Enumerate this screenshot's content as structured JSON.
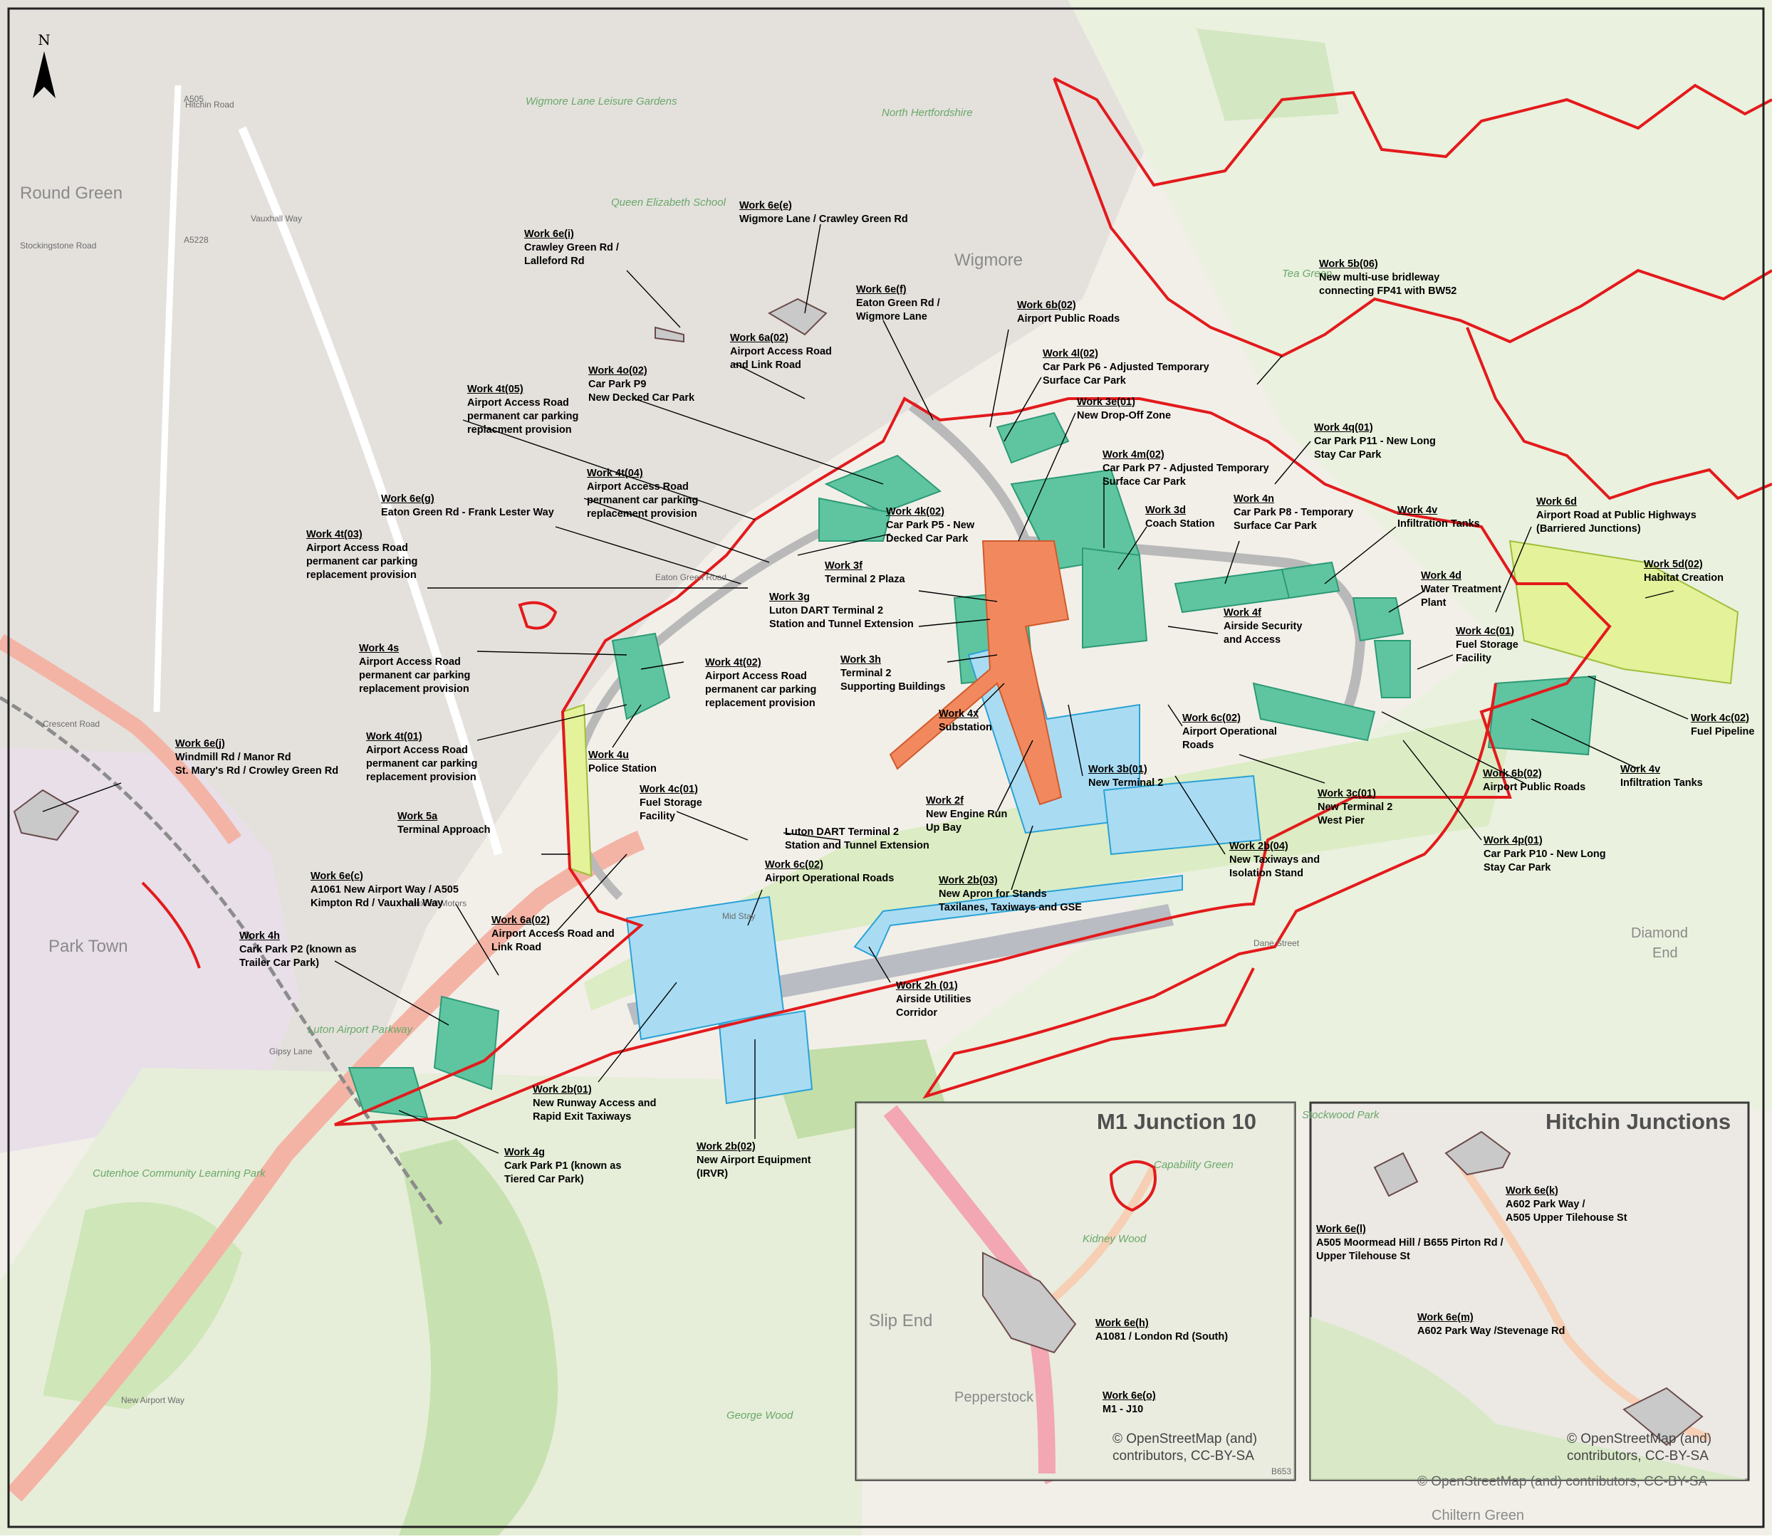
{
  "north": "N",
  "inset_titles": {
    "m1": "M1 Junction 10",
    "hitchin": "Hitchin Junctions"
  },
  "credits": {
    "m1": [
      "© OpenStreetMap (and)",
      "contributors, CC-BY-SA"
    ],
    "hitchin": [
      "© OpenStreetMap (and)",
      "contributors, CC-BY-SA"
    ],
    "bottom": "© OpenStreetMap (and) contributors, CC-BY-SA"
  },
  "places": [
    {
      "t": "Round Green",
      "cls": "big"
    },
    {
      "t": "Wigmore",
      "cls": "big"
    },
    {
      "t": "Park Town",
      "cls": "big"
    },
    {
      "t": "Diamond",
      "cls": ""
    },
    {
      "t": "End",
      "cls": ""
    },
    {
      "t": "Slip End",
      "cls": "big"
    },
    {
      "t": "Pepperstock",
      "cls": ""
    },
    {
      "t": "Chiltern Green",
      "cls": ""
    },
    {
      "t": "Tea Green",
      "cls": "green"
    },
    {
      "t": "Queen Elizabeth School",
      "cls": "green"
    },
    {
      "t": "Wigmore Lane Leisure Gardens",
      "cls": "green"
    },
    {
      "t": "North Hertfordshire",
      "cls": "green"
    },
    {
      "t": "Stockwood Park",
      "cls": "green"
    },
    {
      "t": "George Wood",
      "cls": "green"
    },
    {
      "t": "Kidney Wood",
      "cls": "green"
    },
    {
      "t": "Capability Green",
      "cls": "green"
    },
    {
      "t": "Luton Airport Parkway",
      "cls": "green"
    },
    {
      "t": "Cutenhoe Community Learning Park",
      "cls": "green"
    },
    {
      "t": "A505",
      "cls": "road"
    },
    {
      "t": "A5228",
      "cls": "road"
    },
    {
      "t": "B653",
      "cls": "road"
    },
    {
      "t": "Vauxhall Way",
      "cls": "road"
    },
    {
      "t": "Stockingstone Road",
      "cls": "road"
    },
    {
      "t": "Crescent Road",
      "cls": "road"
    },
    {
      "t": "Gipsy Lane",
      "cls": "road"
    },
    {
      "t": "New Airport Way",
      "cls": "road"
    },
    {
      "t": "Eaton Green Road",
      "cls": "road"
    },
    {
      "t": "Hitchin Road",
      "cls": "road"
    },
    {
      "t": "Dane Street",
      "cls": "road"
    },
    {
      "t": "Mid Stay",
      "cls": "road"
    },
    {
      "t": "Vauxhall Motors",
      "cls": "road"
    }
  ],
  "labels": [
    {
      "code": "Work 6e(e)",
      "lines": [
        "Wigmore Lane / Crawley Green Rd"
      ]
    },
    {
      "code": "Work 6e(i)",
      "lines": [
        "Crawley Green Rd /",
        "Lalleford Rd"
      ]
    },
    {
      "code": "Work 6e(f)",
      "lines": [
        "Eaton Green Rd /",
        "Wigmore Lane"
      ]
    },
    {
      "code": "Work 6b(02)",
      "lines": [
        "Airport Public Roads"
      ]
    },
    {
      "code": "Work 5b(06)",
      "lines": [
        "New multi-use bridleway",
        "connecting FP41 with BW52"
      ]
    },
    {
      "code": "Work 6a(02)",
      "lines": [
        "Airport Access Road",
        "and Link Road"
      ]
    },
    {
      "code": "Work 4l(02)",
      "lines": [
        "Car Park P6 - Adjusted Temporary",
        "Surface Car Park"
      ]
    },
    {
      "code": "Work 4o(02)",
      "lines": [
        "Car Park P9",
        "New Decked Car Park"
      ]
    },
    {
      "code": "Work 3e(01)",
      "lines": [
        "New Drop-Off Zone"
      ]
    },
    {
      "code": "Work 4t(05)",
      "lines": [
        "Airport Access Road",
        "permanent car parking",
        "replacment provision"
      ]
    },
    {
      "code": "Work 4q(01)",
      "lines": [
        "Car Park P11 - New Long",
        "Stay Car Park"
      ]
    },
    {
      "code": "Work 4m(02)",
      "lines": [
        "Car Park P7 - Adjusted Temporary",
        "Surface Car Park"
      ]
    },
    {
      "code": "Work 4t(04)",
      "lines": [
        "Airport Access Road",
        "permanent car parking",
        "replacement provision"
      ]
    },
    {
      "code": "Work 3d",
      "lines": [
        "Coach Station"
      ]
    },
    {
      "code": "Work 4n",
      "lines": [
        "Car Park P8 - Temporary",
        "Surface Car Park"
      ]
    },
    {
      "code": "Work 4v",
      "lines": [
        "Infiltration Tanks"
      ]
    },
    {
      "code": "Work 6d",
      "lines": [
        "Airport Road at Public Highways",
        "(Barriered Junctions)"
      ]
    },
    {
      "code": "Work 6e(g)",
      "lines": [
        "Eaton Green Rd - Frank Lester Way"
      ]
    },
    {
      "code": "Work 4k(02)",
      "lines": [
        "Car Park P5 - New",
        "Decked Car Park"
      ]
    },
    {
      "code": "Work 4t(03)",
      "lines": [
        "Airport Access Road",
        "permanent car parking",
        "replacement provision"
      ]
    },
    {
      "code": "Work 3f",
      "lines": [
        "Terminal 2 Plaza"
      ]
    },
    {
      "code": "Work 4d",
      "lines": [
        "Water Treatment",
        "Plant"
      ]
    },
    {
      "code": "Work 5d(02)",
      "lines": [
        "Habitat Creation"
      ]
    },
    {
      "code": "Work 3g",
      "lines": [
        "Luton DART Terminal 2",
        "Station and Tunnel Extension"
      ]
    },
    {
      "code": "Work 4f",
      "lines": [
        "Airside Security",
        "and Access"
      ]
    },
    {
      "code": "Work 4c(01)",
      "lines": [
        "Fuel Storage",
        "Facility"
      ]
    },
    {
      "code": "Work 4s",
      "lines": [
        "Airport Access Road",
        "permanent car parking",
        "replacement provision"
      ]
    },
    {
      "code": "Work 4t(02)",
      "lines": [
        "Airport Access Road",
        "permanent car parking",
        "replacement provision"
      ]
    },
    {
      "code": "Work 3h",
      "lines": [
        "Terminal 2",
        "Supporting Buildings"
      ]
    },
    {
      "code": "Work 4c(02)",
      "lines": [
        "Fuel Pipeline"
      ]
    },
    {
      "code": "Work 4x",
      "lines": [
        "Substation"
      ]
    },
    {
      "code": "Work 6c(02)",
      "lines": [
        "Airport Operational",
        "Roads"
      ]
    },
    {
      "code": "Work 6e(j)",
      "lines": [
        "Windmill Rd / Manor Rd",
        "St. Mary's Rd / Crowley Green Rd"
      ]
    },
    {
      "code": "Work 4t(01)",
      "lines": [
        "Airport Access Road",
        "permanent car parking",
        "replacement provision"
      ]
    },
    {
      "code": "Work 4u",
      "lines": [
        "Police Station"
      ]
    },
    {
      "code": "Work 3b(01)",
      "lines": [
        "New Terminal 2"
      ]
    },
    {
      "code": "Work 4v",
      "lines": [
        "Infiltration Tanks"
      ]
    },
    {
      "code": "Work 6b(02)",
      "lines": [
        "Airport Public Roads"
      ]
    },
    {
      "code": "Work 4c(01)",
      "lines": [
        "Fuel Storage",
        "Facility"
      ]
    },
    {
      "code": "Work 3c(01)",
      "lines": [
        "New Terminal 2",
        "West Pier"
      ]
    },
    {
      "code": "Work 2f",
      "lines": [
        "New Engine Run",
        "Up Bay"
      ]
    },
    {
      "code": "Work 5a",
      "lines": [
        "Terminal Approach"
      ]
    },
    {
      "code": "Luton DART Terminal 2",
      "lines": [
        "Station and Tunnel Extension"
      ],
      "nocode": true
    },
    {
      "code": "Work 4p(01)",
      "lines": [
        "Car Park P10 - New Long",
        "Stay Car Park"
      ]
    },
    {
      "code": "Work 2b(04)",
      "lines": [
        "New Taxiways and",
        "Isolation Stand"
      ]
    },
    {
      "code": "Work 6e(c)",
      "lines": [
        "A1061 New Airport Way / A505",
        "Kimpton Rd / Vauxhall Way"
      ]
    },
    {
      "code": "Work 6c(02)",
      "lines": [
        "Airport Operational Roads"
      ]
    },
    {
      "code": "Work 2b(03)",
      "lines": [
        "New Apron for Stands",
        "Taxilanes, Taxiways and GSE"
      ]
    },
    {
      "code": "Work 4h",
      "lines": [
        "Cark Park P2 (known as",
        "Trailer Car Park)"
      ]
    },
    {
      "code": "Work 6a(02)",
      "lines": [
        "Airport Access Road and",
        "Link Road"
      ]
    },
    {
      "code": "Work 2h (01)",
      "lines": [
        "Airside Utilities",
        "Corridor"
      ]
    },
    {
      "code": "Work 2b(01)",
      "lines": [
        "New Runway Access and",
        "Rapid Exit Taxiways"
      ]
    },
    {
      "code": "Work 4g",
      "lines": [
        "Cark Park P1 (known as",
        "Tiered Car Park)"
      ]
    },
    {
      "code": "Work 2b(02)",
      "lines": [
        "New Airport Equipment",
        "(IRVR)"
      ]
    },
    {
      "code": "Work 6e(h)",
      "lines": [
        "A1081 / London Rd (South)"
      ]
    },
    {
      "code": "Work 6e(o)",
      "lines": [
        "M1 - J10"
      ]
    },
    {
      "code": "Work 6e(k)",
      "lines": [
        "A602 Park Way /",
        "A505 Upper Tilehouse St"
      ]
    },
    {
      "code": "Work 6e(l)",
      "lines": [
        "A505 Moormead Hill / B655 Pirton Rd /",
        "Upper Tilehouse St"
      ]
    },
    {
      "code": "Work 6e(m)",
      "lines": [
        "A602 Park Way /Stevenage Rd"
      ]
    }
  ],
  "colors": {
    "boundary": "#e31a1c",
    "green_work": "#5fc5a0",
    "blue_work": "#a9dcf3",
    "orange_work": "#f2895e",
    "yellow_work": "#e4f29a",
    "highway_grey": "#c9c9c9",
    "road_pink": "#f3b4a6"
  }
}
